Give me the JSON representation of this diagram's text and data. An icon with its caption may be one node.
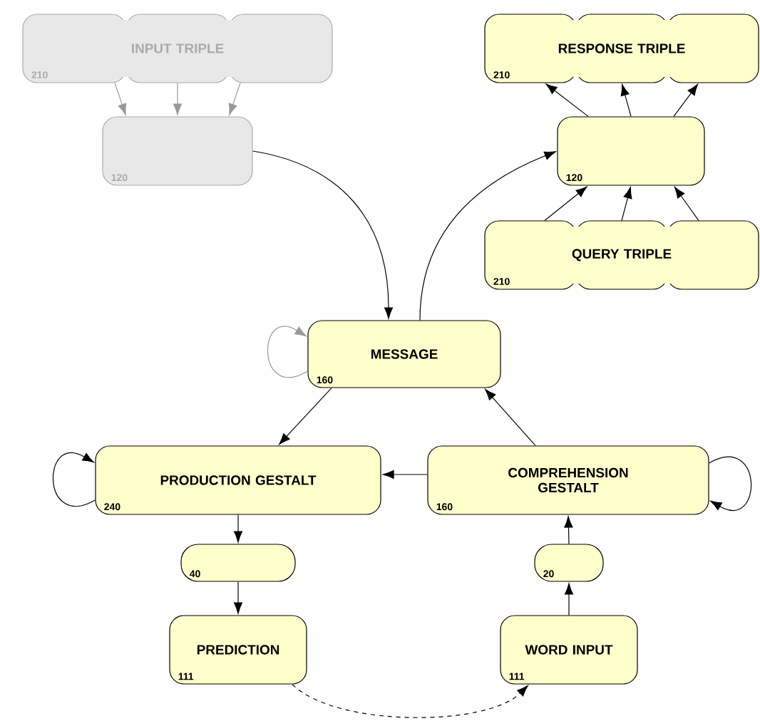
{
  "diagram": {
    "nodes": [
      {
        "text": [
          "INPUT TRIPLE",
          "210"
        ]
      },
      {
        "text": [
          "120"
        ]
      },
      {
        "text": [
          "RESPONSE TRIPLE",
          "210"
        ]
      },
      {
        "text": [
          "120"
        ]
      },
      {
        "text": [
          "QUERY TRIPLE",
          "210"
        ]
      },
      {
        "text": [
          "MESSAGE",
          "160"
        ]
      },
      {
        "text": [
          "PRODUCTION GESTALT",
          "240"
        ]
      },
      {
        "text": [
          "COMPREHENSION GESTALT",
          "160"
        ]
      },
      {
        "text": [
          "40"
        ]
      },
      {
        "text": [
          "20"
        ]
      },
      {
        "text": [
          "PREDICTION",
          "111"
        ]
      },
      {
        "text": [
          "WORD INPUT",
          "111"
        ]
      }
    ],
    "edges": [
      {
        "from": 0,
        "to": 1,
        "arrow": "to",
        "color": "#999999"
      },
      {
        "from": 0,
        "to": 1,
        "arrow": "to",
        "color": "#999999"
      },
      {
        "from": 0,
        "to": 1,
        "arrow": "to",
        "color": "#999999"
      },
      {
        "from": 1,
        "to": 5,
        "arrow": "to"
      },
      {
        "from": 5,
        "to": 3,
        "arrow": "to"
      },
      {
        "from": 3,
        "to": 2,
        "arrow": "to"
      },
      {
        "from": 3,
        "to": 2,
        "arrow": "to"
      },
      {
        "from": 3,
        "to": 2,
        "arrow": "to"
      },
      {
        "from": 4,
        "to": 3,
        "arrow": "to"
      },
      {
        "from": 4,
        "to": 3,
        "arrow": "to"
      },
      {
        "from": 4,
        "to": 3,
        "arrow": "to"
      },
      {
        "from": 5,
        "to": 5,
        "arrow": "to",
        "color": "#999999"
      },
      {
        "from": 5,
        "to": 6,
        "arrow": "to"
      },
      {
        "from": 7,
        "to": 5,
        "arrow": "to"
      },
      {
        "from": 7,
        "to": 6,
        "arrow": "to"
      },
      {
        "from": 6,
        "to": 6,
        "arrow": "to"
      },
      {
        "from": 7,
        "to": 7,
        "arrow": "to"
      },
      {
        "from": 6,
        "to": 8,
        "arrow": "to"
      },
      {
        "from": 8,
        "to": 10,
        "arrow": "to"
      },
      {
        "from": 9,
        "to": 7,
        "arrow": "to"
      },
      {
        "from": 11,
        "to": 9,
        "arrow": "to"
      },
      {
        "from": 10,
        "to": 11,
        "arrow": "to",
        "style": "dashed"
      }
    ]
  }
}
